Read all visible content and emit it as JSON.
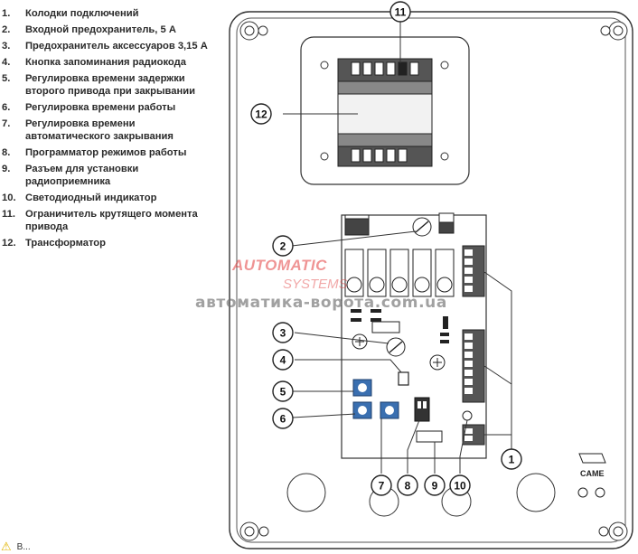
{
  "legend": [
    {
      "num": "1.",
      "text": "Колодки подключений"
    },
    {
      "num": "2.",
      "text": "Входной предохранитель, 5 А"
    },
    {
      "num": "3.",
      "text": "Предохранитель аксессуаров 3,15 А"
    },
    {
      "num": "4.",
      "text": "Кнопка запоминания радиокода"
    },
    {
      "num": "5.",
      "text": "Регулировка времени задержки второго привода при закрывании"
    },
    {
      "num": "6.",
      "text": "Регулировка времени работы"
    },
    {
      "num": "7.",
      "text": "Регулировка времени автоматического закрывания"
    },
    {
      "num": "8.",
      "text": "Программатор режимов работы"
    },
    {
      "num": "9.",
      "text": "Разъем для установки радиоприемника"
    },
    {
      "num": "10.",
      "text": "Светодиодный индикатор"
    },
    {
      "num": "11.",
      "text": "Ограничитель крутящего момента привода"
    },
    {
      "num": "12.",
      "text": "Трансформатор"
    }
  ],
  "callouts": [
    "1",
    "2",
    "3",
    "4",
    "5",
    "6",
    "7",
    "8",
    "9",
    "10",
    "11",
    "12"
  ],
  "watermark": {
    "line1": "AUTOMATIC",
    "line2": "SYSTEMS",
    "url": "автоматика-ворота.com.ua"
  },
  "brand": "CAME",
  "warning": {
    "text": "В..."
  },
  "colors": {
    "board_line": "#333333",
    "trimmer_blue": "#3a6fb0",
    "watermark_red": "#e03c3c"
  }
}
